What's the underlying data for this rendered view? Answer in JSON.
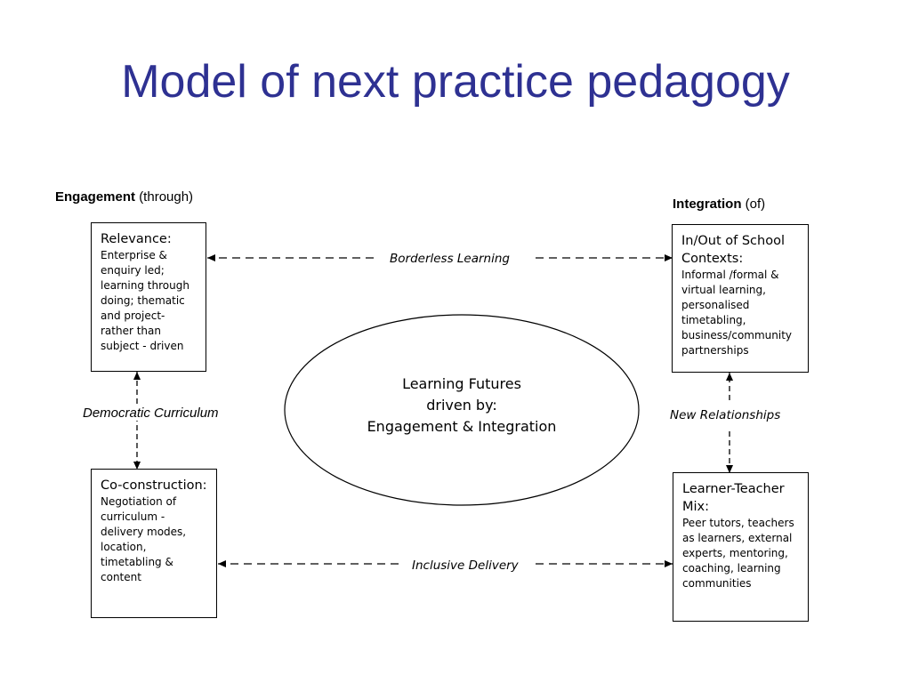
{
  "title": "Model of next practice pedagogy",
  "engagement_header": {
    "bold": "Engagement",
    "rest": "(through)"
  },
  "integration_header": {
    "bold": "Integration",
    "rest": "(of)"
  },
  "boxes": {
    "relevance": {
      "title": "Relevance:",
      "body": "Enterprise & enquiry led; learning through doing; thematic and project-rather than subject - driven"
    },
    "in_out": {
      "title": "In/Out of School Contexts:",
      "body": "Informal /formal & virtual learning, personalised timetabling, business/community partnerships"
    },
    "co_construction": {
      "title": "Co-construction:",
      "body": "Negotiation of curriculum - delivery modes, location, timetabling & content"
    },
    "learner_teacher": {
      "title": "Learner-Teacher Mix:",
      "body": "Peer tutors, teachers as learners, external experts, mentoring, coaching, learning communities"
    }
  },
  "center": {
    "line1": "Learning Futures",
    "line2": "driven by:",
    "line3": "Engagement & Integration"
  },
  "links": {
    "borderless": "Borderless Learning",
    "democratic": "Democratic Curriculum",
    "new_relationships": "New Relationships",
    "inclusive": "Inclusive Delivery"
  }
}
